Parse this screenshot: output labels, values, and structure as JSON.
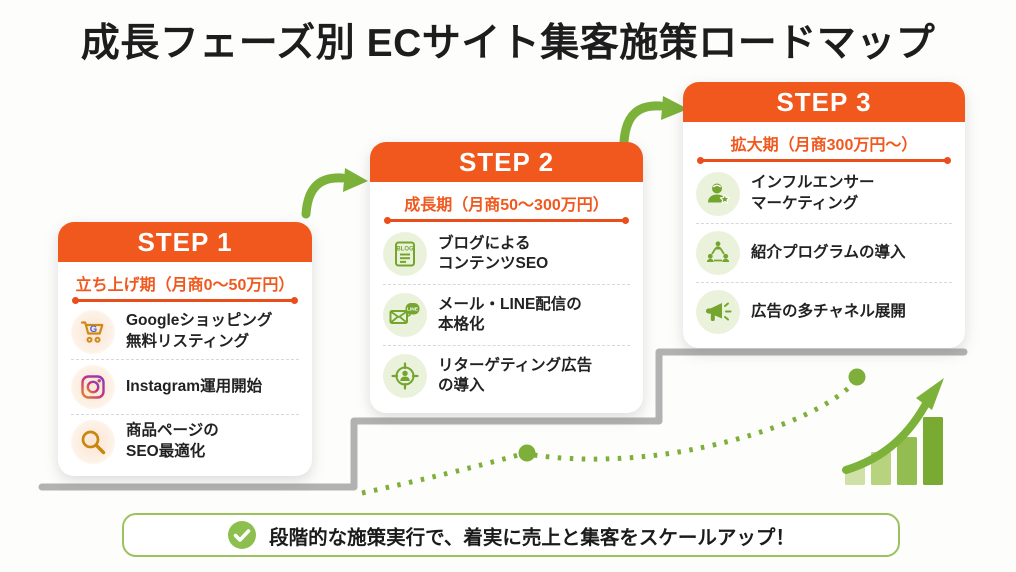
{
  "title": "成長フェーズ別 ECサイト集客施策ロードマップ",
  "steps": [
    {
      "label": "STEP 1",
      "phase": "立ち上げ期（月商0〜50万円）",
      "items": [
        {
          "icon": "google-shopping-cart-icon",
          "text": "Googleショッピング\n無料リスティング"
        },
        {
          "icon": "instagram-icon",
          "text": "Instagram運用開始"
        },
        {
          "icon": "search-icon",
          "text": "商品ページの\nSEO最適化"
        }
      ]
    },
    {
      "label": "STEP 2",
      "phase": "成長期（月商50〜300万円）",
      "items": [
        {
          "icon": "blog-icon",
          "text": "ブログによる\nコンテンツSEO"
        },
        {
          "icon": "mail-line-icon",
          "text": "メール・LINE配信の\n本格化"
        },
        {
          "icon": "retargeting-ad-icon",
          "text": "リターゲティング広告\nの導入"
        }
      ]
    },
    {
      "label": "STEP 3",
      "phase": "拡大期（月商300万円〜）",
      "items": [
        {
          "icon": "influencer-icon",
          "text": "インフルエンサー\nマーケティング"
        },
        {
          "icon": "referral-program-icon",
          "text": "紹介プログラムの導入"
        },
        {
          "icon": "megaphone-icon",
          "text": "広告の多チャネル展開"
        }
      ]
    }
  ],
  "icon_labels": {
    "blog": "BLOG",
    "line": "LINE",
    "google": "G"
  },
  "footer": {
    "icon": "check-icon",
    "text": "段階的な施策実行で、着実に売上と集客をスケールアップ！"
  },
  "colors": {
    "accent_orange": "#F1581E",
    "underline_orange": "#E94E1B",
    "accent_green": "#7CB13A",
    "stair_gray": "#B2B2B2"
  }
}
